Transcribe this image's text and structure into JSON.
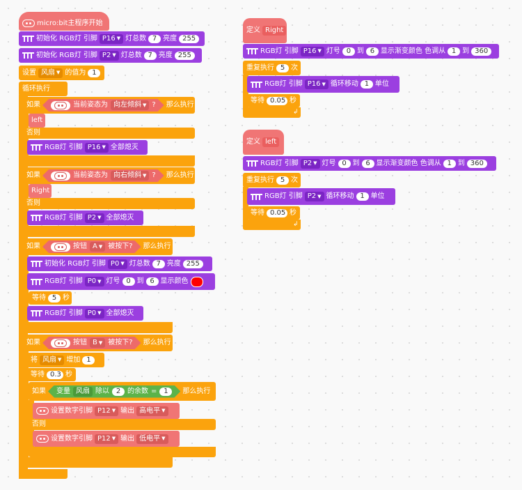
{
  "main": {
    "start": "micro:bit主程序开始",
    "init1": {
      "label": "初始化 RGB灯 引脚",
      "pin": "P16",
      "total_label": "灯总数",
      "total": "7",
      "bright_label": "亮度",
      "bright": "255"
    },
    "init2": {
      "label": "初始化 RGB灯 引脚",
      "pin": "P2",
      "total_label": "灯总数",
      "total": "7",
      "bright_label": "亮度",
      "bright": "255"
    },
    "set": {
      "label": "设置",
      "var": "风扇",
      "suffix": "的值为",
      "value": "1"
    },
    "forever": "循环执行",
    "if1": {
      "if": "如果",
      "cond": "当前姿态为",
      "pose": "向左倾斜",
      "q": "?",
      "then": "那么执行",
      "call": "left",
      "else": "否则",
      "off_label": "RGB灯 引脚",
      "off_pin": "P16",
      "off_text": "全部熄灭"
    },
    "if2": {
      "if": "如果",
      "cond": "当前姿态为",
      "pose": "向右倾斜",
      "q": "?",
      "then": "那么执行",
      "call": "Right",
      "else": "否则",
      "off_label": "RGB灯 引脚",
      "off_pin": "P2",
      "off_text": "全部熄灭"
    },
    "if3": {
      "if": "如果",
      "cond": "按钮",
      "btn": "A",
      "pressed": "被按下?",
      "then": "那么执行",
      "init_label": "初始化 RGB灯 引脚",
      "init_pin": "P0",
      "init_total_label": "灯总数",
      "init_total": "7",
      "init_bright_label": "亮度",
      "init_bright": "255",
      "range_label": "RGB灯 引脚",
      "range_pin": "P0",
      "range_led": "灯号",
      "range_from": "0",
      "range_to_label": "到",
      "range_to": "6",
      "range_show": "显示颜色",
      "range_color": "#ff0000",
      "wait_label": "等待",
      "wait": "5",
      "wait_unit": "秒",
      "off_label": "RGB灯 引脚",
      "off_pin": "P0",
      "off_text": "全部熄灭"
    },
    "if4": {
      "if": "如果",
      "cond": "按钮",
      "btn": "B",
      "pressed": "被按下?",
      "then": "那么执行",
      "change_label": "将",
      "change_var": "风扇",
      "change_text": "增加",
      "change_value": "1",
      "wait_label": "等待",
      "wait": "0.3",
      "wait_unit": "秒",
      "inner_if": "如果",
      "inner_var_label": "变量",
      "inner_var": "风扇",
      "inner_mod": "除以",
      "inner_div": "2",
      "inner_rem": "的余数",
      "inner_eq": "=",
      "inner_val": "1",
      "inner_then": "那么执行",
      "pin_label": "设置数字引脚",
      "pin": "P12",
      "out_label": "输出",
      "high": "高电平",
      "else": "否则",
      "low": "低电平"
    }
  },
  "right_def": {
    "define": "定义",
    "name": "Right",
    "rgb_label": "RGB灯 引脚",
    "pin": "P16",
    "led": "灯号",
    "from": "0",
    "to_label": "到",
    "to": "6",
    "grad": "显示渐变颜色 色调从",
    "h1": "1",
    "h_to": "到",
    "h2": "360",
    "repeat": "重复执行",
    "times": "5",
    "times_unit": "次",
    "move_label": "RGB灯 引脚",
    "move_pin": "P16",
    "move_text": "循环移动",
    "move_n": "1",
    "move_unit": "单位",
    "wait_label": "等待",
    "wait": "0.05",
    "wait_unit": "秒"
  },
  "left_def": {
    "define": "定义",
    "name": "left",
    "rgb_label": "RGB灯 引脚",
    "pin": "P2",
    "led": "灯号",
    "from": "0",
    "to_label": "到",
    "to": "6",
    "grad": "显示渐变颜色 色调从",
    "h1": "1",
    "h_to": "到",
    "h2": "360",
    "repeat": "重复执行",
    "times": "5",
    "times_unit": "次",
    "move_label": "RGB灯 引脚",
    "move_pin": "P2",
    "move_text": "循环移动",
    "move_n": "1",
    "move_unit": "单位",
    "wait_label": "等待",
    "wait": "0.05",
    "wait_unit": "秒"
  },
  "colors": {
    "looks": "#9b3fe0",
    "control": "#fba30d",
    "microbit": "#f07575",
    "operator": "#5cb34a",
    "red_swatch": "#ff0000"
  }
}
